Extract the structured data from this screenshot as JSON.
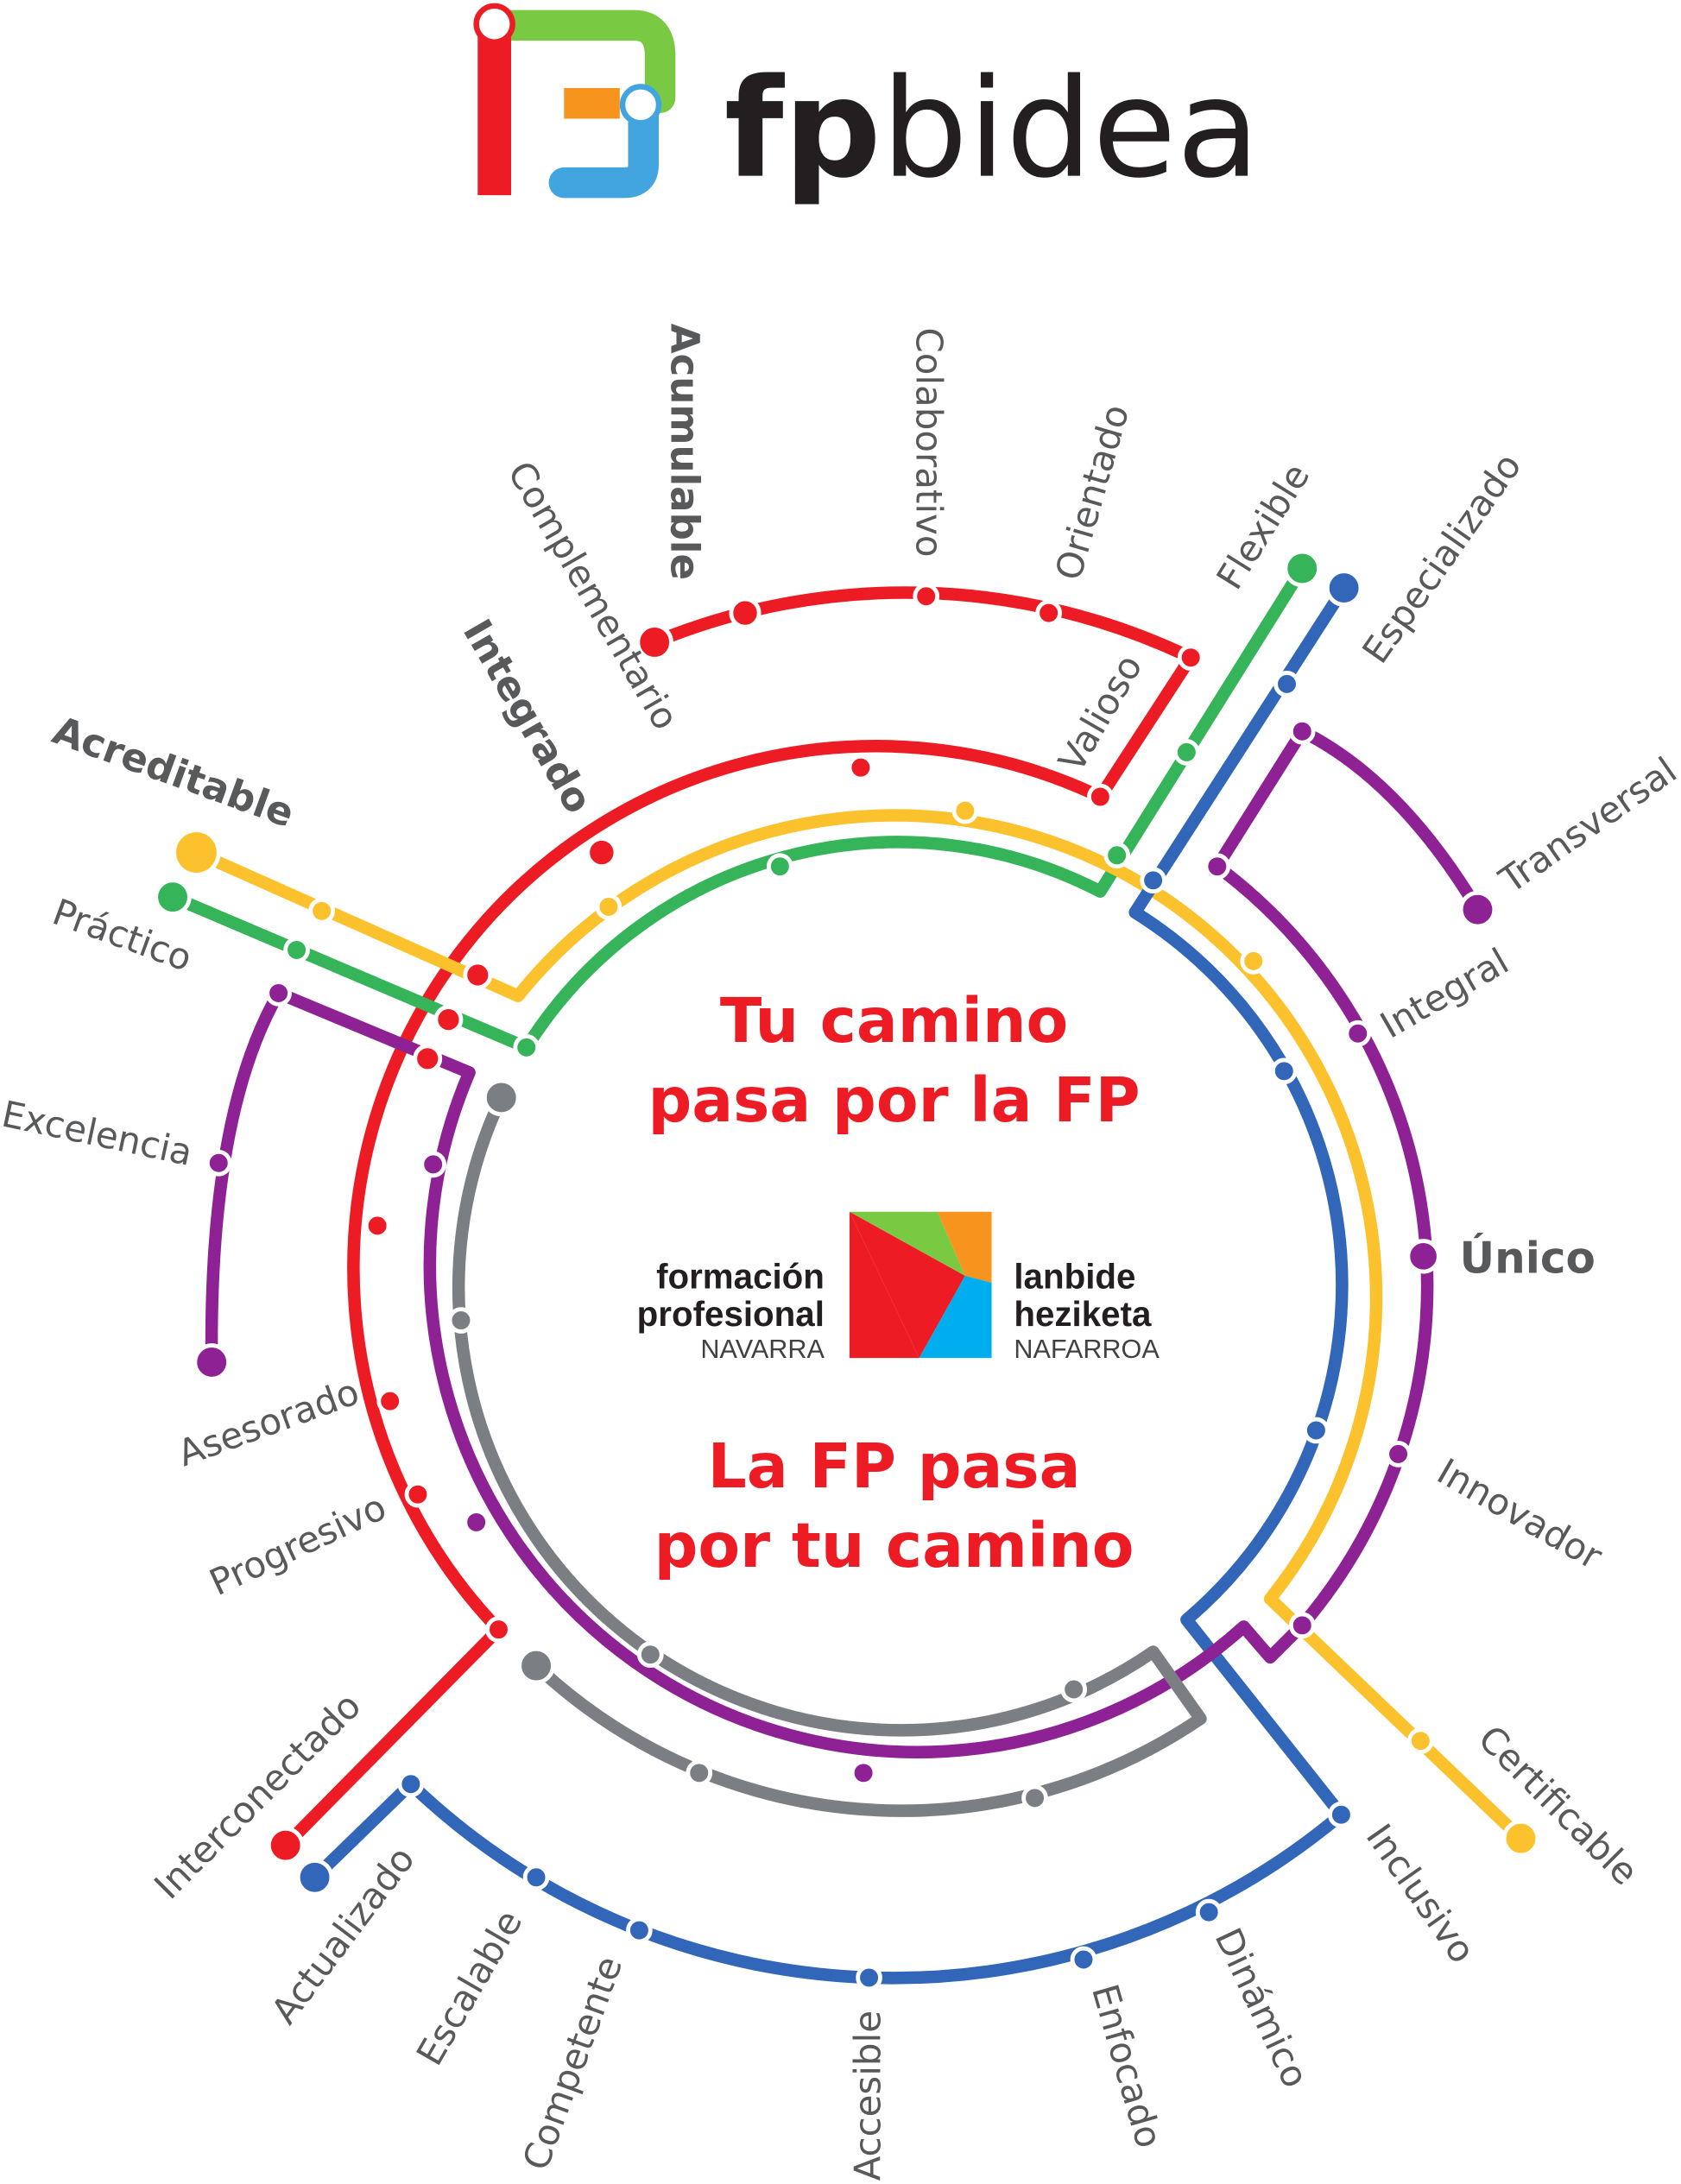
{
  "brand": {
    "name_bold": "fp",
    "name_regular": "bidea"
  },
  "center": {
    "line1": "Tu camino",
    "line2": "pasa por la FP",
    "line3": "La FP pasa",
    "line4": "por tu camino"
  },
  "partner_logo": {
    "left_line1": "formación",
    "left_line2": "profesional",
    "left_line3": "NAVARRA",
    "right_line1": "lanbide",
    "right_line2": "heziketa",
    "right_line3": "NAFARROA"
  },
  "colors": {
    "red": "#ed1c24",
    "yellow": "#fcc22d",
    "green": "#35b459",
    "blue": "#3266b8",
    "purple": "#8e2295",
    "gray": "#7b7f83",
    "text": "#58595b"
  },
  "stations": {
    "acumulable": "Acumulable",
    "colaborativo": "Colaborativo",
    "orientado": "Orientado",
    "flexible": "Flexible",
    "especializado": "Especializado",
    "transversal": "Transversal",
    "integral": "Integral",
    "unico": "Único",
    "innovador": "Innovador",
    "certificable": "Certificable",
    "inclusivo": "Inclusivo",
    "dinamico": "Dinámico",
    "enfocado": "Enfocado",
    "accesible": "Accesible",
    "competente": "Competente",
    "escalable": "Escalable",
    "actualizado": "Actualizado",
    "interconectado": "Interconectado",
    "progresivo": "Progresivo",
    "asesorado": "Asesorado",
    "excelencia": "Excelencia",
    "practico": "Práctico",
    "acreditable": "Acreditable",
    "integrado": "Integrado",
    "complementario": "Complementario",
    "valioso": "Valioso"
  }
}
